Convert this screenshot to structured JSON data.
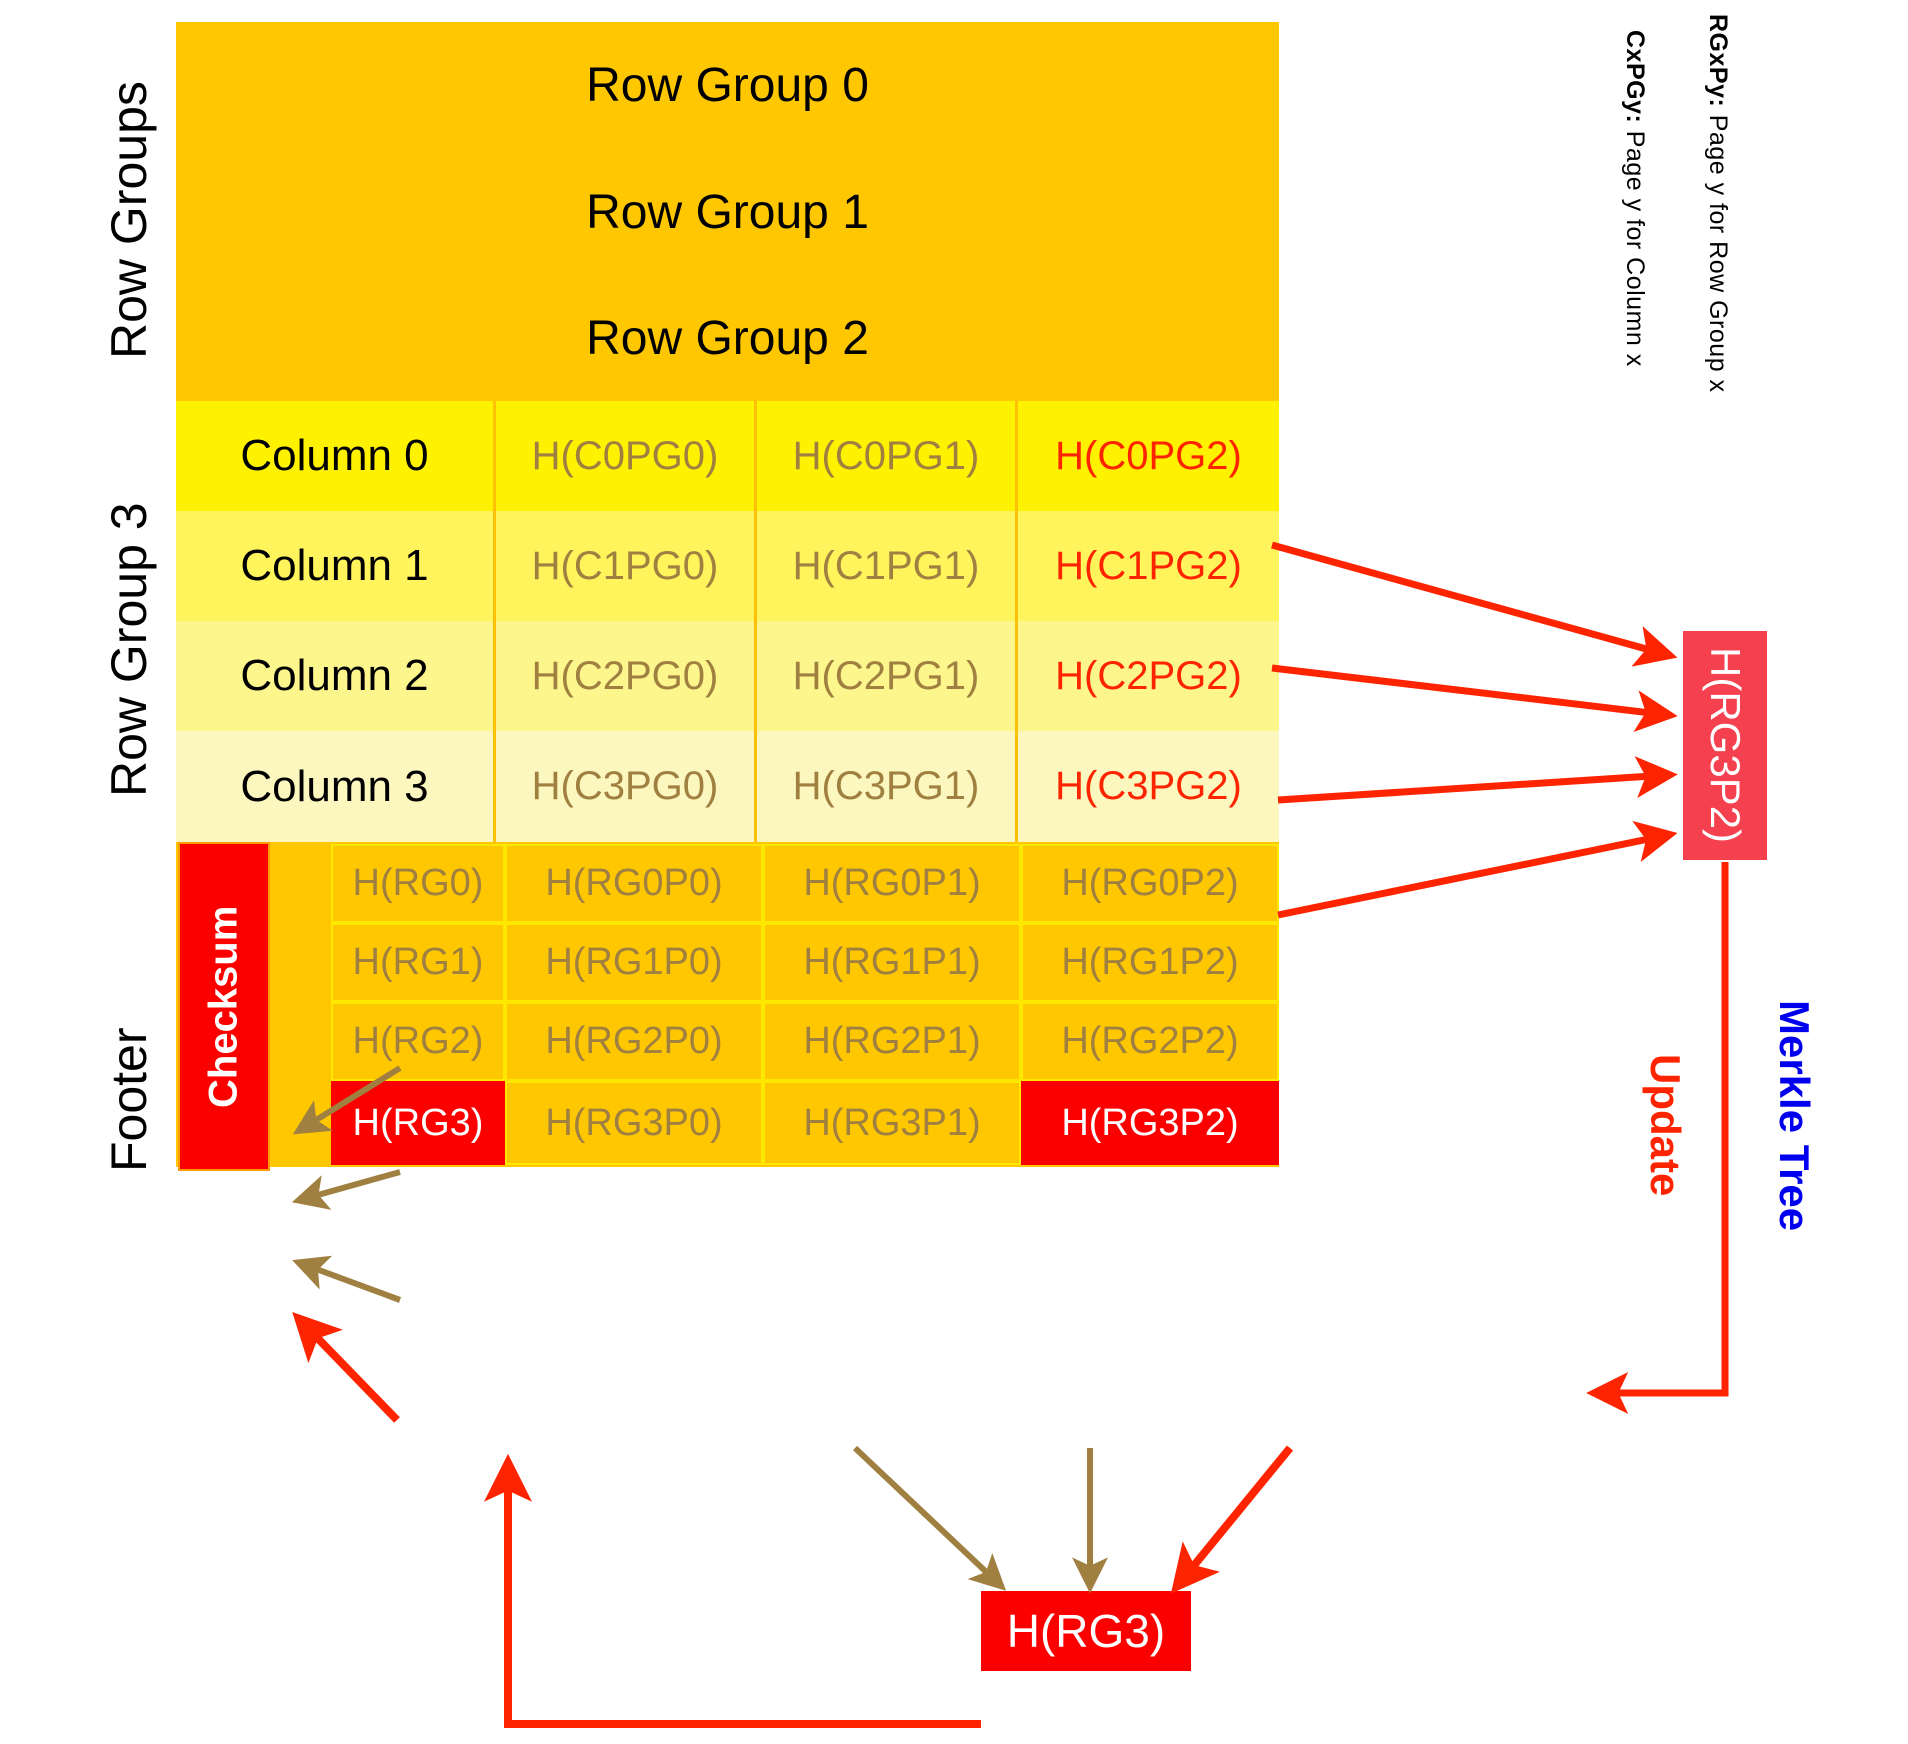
{
  "diagram": {
    "title": "Parquet file Merkle tree checksum layout",
    "colors": {
      "row_group_band": "#FFC700",
      "column_band_0": "#FFF200",
      "column_band_3": "#FCF4B0",
      "highlight_red": "#FC0000",
      "hash_text": "#A08040",
      "hot_hash_text": "#FF2400",
      "merkle_label": "#0000EE",
      "update_label": "#FF2400",
      "grid_line": "#FFC107"
    }
  },
  "side_labels": {
    "row_groups": "Row Groups",
    "row_group_3": "Row Group 3",
    "footer": "Footer"
  },
  "legend": [
    {
      "key": "RGxPy:",
      "text": " Page y for Row Group x"
    },
    {
      "key": "CxPGy:",
      "text": " Page y for Column x"
    }
  ],
  "row_groups": [
    "Row Group 0",
    "Row Group 1",
    "Row Group 2"
  ],
  "column_table": {
    "rows": [
      {
        "name": "Column 0",
        "hashes": [
          "H(C0PG0)",
          "H(C0PG1)",
          "H(C0PG2)"
        ],
        "highlight_index": 2
      },
      {
        "name": "Column 1",
        "hashes": [
          "H(C1PG0)",
          "H(C1PG1)",
          "H(C1PG2)"
        ],
        "highlight_index": 2
      },
      {
        "name": "Column 2",
        "hashes": [
          "H(C2PG0)",
          "H(C2PG1)",
          "H(C2PG2)"
        ],
        "highlight_index": 2
      },
      {
        "name": "Column 3",
        "hashes": [
          "H(C3PG0)",
          "H(C3PG1)",
          "H(C3PG2)"
        ],
        "highlight_index": 2
      }
    ]
  },
  "footer": {
    "checksum_label": "Checksum",
    "rows": [
      {
        "rg": "H(RG0)",
        "rg_red": false,
        "pages": [
          "H(RG0P0)",
          "H(RG0P1)",
          "H(RG0P2)"
        ],
        "page_red_index": -1
      },
      {
        "rg": "H(RG1)",
        "rg_red": false,
        "pages": [
          "H(RG1P0)",
          "H(RG1P1)",
          "H(RG1P2)"
        ],
        "page_red_index": -1
      },
      {
        "rg": "H(RG2)",
        "rg_red": false,
        "pages": [
          "H(RG2P0)",
          "H(RG2P1)",
          "H(RG2P2)"
        ],
        "page_red_index": -1
      },
      {
        "rg": "H(RG3)",
        "rg_red": true,
        "pages": [
          "H(RG3P0)",
          "H(RG3P1)",
          "H(RG3P2)"
        ],
        "page_red_index": 2
      }
    ]
  },
  "standalone_boxes": {
    "rg3p2": "H(RG3P2)",
    "rg3": "H(RG3)"
  },
  "annotations": {
    "update": "Update",
    "merkle_tree": "Merkle Tree"
  }
}
